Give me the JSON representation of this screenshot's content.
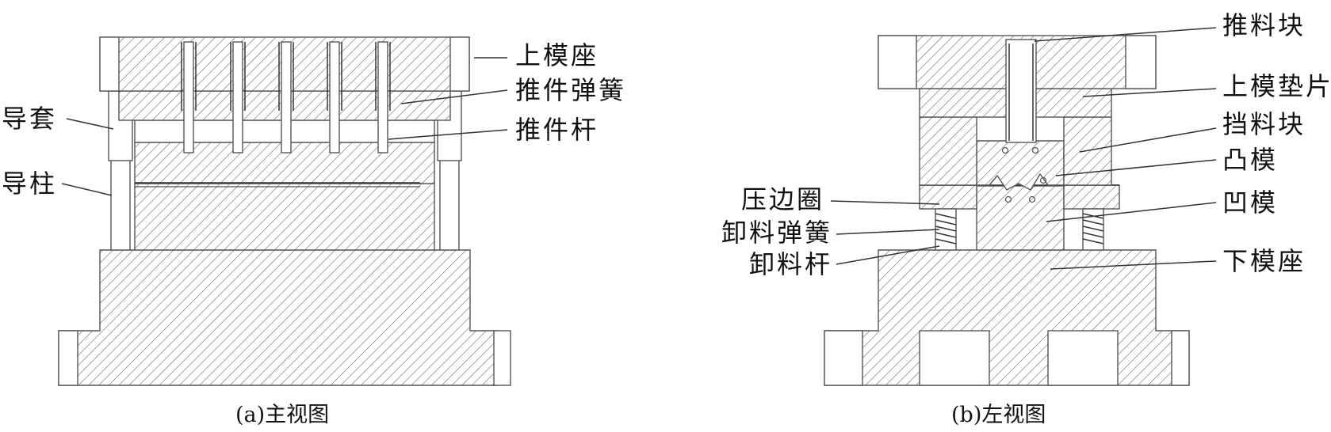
{
  "figure": {
    "left_view": {
      "caption": "(a)主视图",
      "labels": {
        "upper_die_seat": "上模座",
        "pusher_spring": "推件弹簧",
        "pusher_rod": "推件杆",
        "guide_sleeve": "导套",
        "guide_pillar": "导柱"
      }
    },
    "right_view": {
      "caption": "(b)左视图",
      "labels": {
        "pusher_block": "推料块",
        "upper_die_shim": "上模垫片",
        "stop_block": "挡料块",
        "punch": "凸模",
        "blank_holder": "压边圈",
        "die": "凹模",
        "unloading_spring": "卸料弹簧",
        "lower_die_seat": "下模座",
        "unloading_rod": "卸料杆"
      }
    }
  }
}
